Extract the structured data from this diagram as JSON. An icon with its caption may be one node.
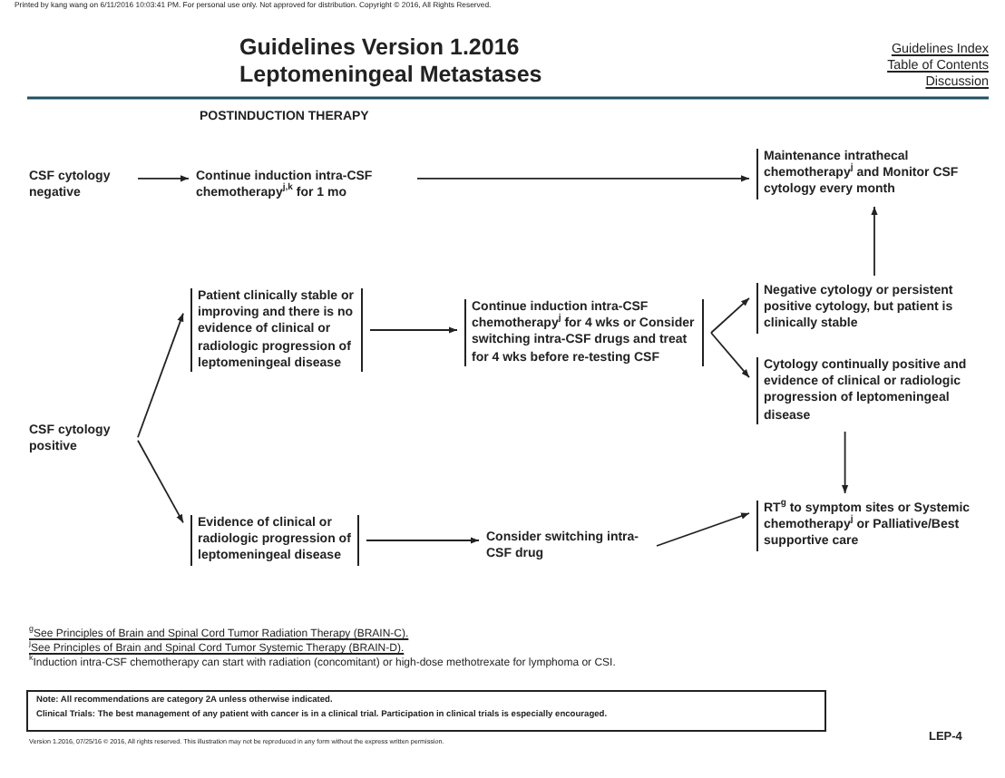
{
  "diagram": {
    "title": "Leptomeningeal Metastases",
    "nodes": [
      {
        "text": [
          "CSF cytology negative"
        ]
      },
      {
        "text": [
          "Continue induction intra-CSF chemotherapy$^{j,k}$ for 1 mo"
        ]
      },
      {
        "text": [
          "Maintenance intrathecal chemotherapy$^{j}$ and Monitor CSF cytology every month"
        ]
      },
      {
        "text": [
          "CSF cytology positive"
        ]
      },
      {
        "text": [
          "Patient clinically stable or improving and there is no evidence of clinical or radiologic progression of leptomeningeal disease"
        ]
      },
      {
        "text": [
          "Continue induction intra-CSF chemotherapy$^{j}$ for 4 wks or Consider switching intra-CSF drugs and treat for 4 wks before re-testing CSF"
        ]
      },
      {
        "text": [
          "Negative cytology or persistent positive cytology, but patient is clinically stable"
        ]
      },
      {
        "text": [
          "Cytology continually positive and evidence of clinical or radiologic progression of leptomeningeal disease"
        ]
      },
      {
        "text": [
          "Evidence of clinical or radiologic progression of leptomeningeal disease"
        ]
      },
      {
        "text": [
          "Consider switching intra-CSF drug"
        ]
      },
      {
        "text": [
          "RT$^{g}$ to symptom sites or Systemic chemotherapy$^{j}$ or Palliative/Best supportive care"
        ]
      }
    ],
    "edges": [
      {
        "from": 0,
        "to": 1,
        "arrow": "to"
      },
      {
        "from": 1,
        "to": 2,
        "arrow": "to"
      },
      {
        "from": 3,
        "to": 4,
        "arrow": "to"
      },
      {
        "from": 3,
        "to": 8,
        "arrow": "to"
      },
      {
        "from": 4,
        "to": 5,
        "arrow": "to"
      },
      {
        "from": 5,
        "to": 6,
        "arrow": "to"
      },
      {
        "from": 5,
        "to": 7,
        "arrow": "to"
      },
      {
        "from": 6,
        "to": 2,
        "arrow": "to"
      },
      {
        "from": 7,
        "to": 10,
        "arrow": "to"
      },
      {
        "from": 8,
        "to": 9,
        "arrow": "to"
      },
      {
        "from": 9,
        "to": 10,
        "arrow": "to"
      }
    ],
    "labels": [
      "Printed by kang wang on 6/11/2016 10:03:41 PM. For personal use only. Not approved for distribution. Copyright © 2016, All Rights Reserved.",
      "Guidelines Version 1.2016",
      "Guidelines Index",
      "Table of Contents",
      "Discussion",
      "POSTINDUCTION THERAPY",
      "$^{g}$See Principles of Brain and Spinal Cord Tumor Radiation Therapy (BRAIN-C).",
      "$^{j}$See Principles of Brain and Spinal Cord Tumor Systemic Therapy (BRAIN-D).",
      "$^{k}$Induction intra-CSF chemotherapy can start with radiation (concomitant) or high-dose methotrexate for lymphoma or CSI.",
      "Note: All recommendations are category 2A unless otherwise indicated.",
      "Clinical Trials: The best management of any patient with cancer is in a clinical trial. Participation in clinical trials is especially encouraged.",
      "Version 1.2016, 07/25/16 © 2016, All rights reserved. This illustration may not be reproduced in any form without the express written permission.",
      "LEP-4"
    ]
  }
}
